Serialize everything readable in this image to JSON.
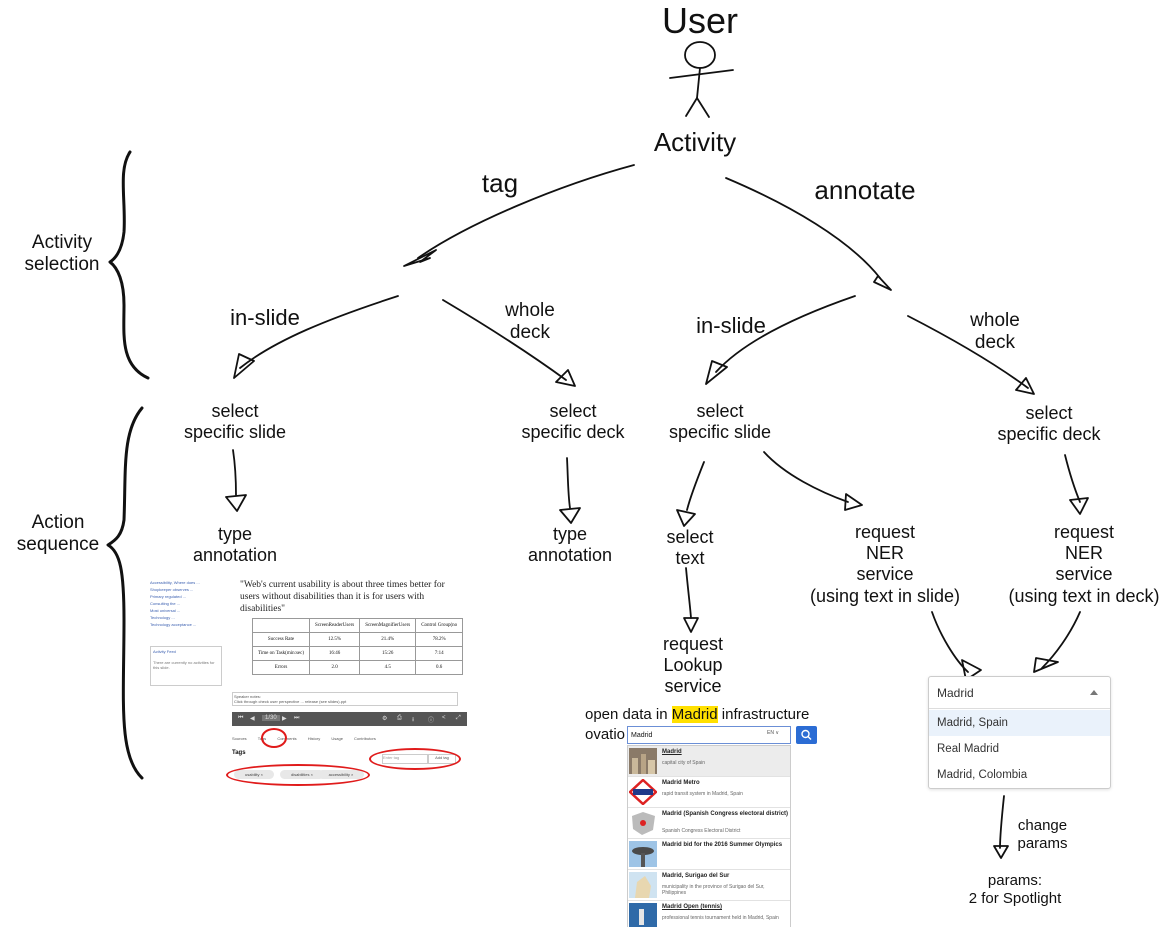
{
  "labels": {
    "user": "User",
    "activity": "Activity",
    "tag": "tag",
    "annotate": "annotate",
    "activity_selection": "Activity\nselection",
    "action_sequence": "Action\nsequence",
    "tag_in_slide": "in-slide",
    "tag_whole_deck": "whole\ndeck",
    "ann_in_slide": "in-slide",
    "ann_whole_deck": "whole\ndeck",
    "select_slide_1": "select\nspecific slide",
    "select_deck_1": "select\nspecific deck",
    "select_slide_2": "select\nspecific slide",
    "select_deck_2": "select\nspecific deck",
    "type_annotation_1": "type\nannotation",
    "type_annotation_2": "type\nannotation",
    "select_text": "select\ntext",
    "request_ner_slide": "request\nNER\nservice\n(using text in slide)",
    "request_ner_deck": "request\nNER\nservice\n(using text in deck)",
    "request_lookup": "request\nLookup\nservice",
    "change_params": "change\nparams",
    "params": "params:\n2 for Spotlight"
  },
  "screenshot_tag": {
    "sidebar_items": [
      "Accessibility, Where does ...",
      "Shopkeeper observes ...",
      "Primary regulated ...",
      "Consulting the ...",
      "Most universal ...",
      "Technology ...",
      "Technology acceptance ..."
    ],
    "activity_feed_title": "Activity Feed",
    "activity_feed_text": "There are currently no activities for this slide.",
    "quote": "\"Web's current usability is about three times better for users without disabilities than it is for users with disabilities\"",
    "table": {
      "headers": [
        "",
        "ScreenReaderUsers",
        "ScreenMagnifierUsers",
        "Control Group(no"
      ],
      "rows": [
        [
          "Success Rate",
          "12.5%",
          "21.4%",
          "78.2%"
        ],
        [
          "Time on Task(min:sec)",
          "16:46",
          "15:26",
          "7:14"
        ],
        [
          "Errors",
          "2.0",
          "4.5",
          "0.6"
        ]
      ]
    },
    "notes_text": "Speaker notes:\nClick through check user perspective ... release (see slides).ppt",
    "slide_counter": "1/30",
    "tabs": [
      "Sources",
      "Tags",
      "Comments",
      "History",
      "Usage",
      "Contributors"
    ],
    "tags_title": "Tags",
    "tag_input_placeholder": "Enter tag",
    "add_tag_label": "Add tag",
    "chips": [
      "usability ×",
      "disabilities ×",
      "accessibility ×"
    ]
  },
  "screenshot_lookup": {
    "text_line1_before": "open data in ",
    "text_highlight": "Madrid",
    "text_line1_after": " infrastructure",
    "text_line2": "ovatio",
    "search_value": "Madrid",
    "lang": "EN ∨",
    "results": [
      {
        "title": "Madrid",
        "desc": "capital city of Spain"
      },
      {
        "title": "Madrid Metro",
        "desc": "rapid transit system in Madrid, Spain"
      },
      {
        "title": "Madrid (Spanish Congress electoral district)",
        "desc": "Spanish Congress Electoral District"
      },
      {
        "title": "Madrid bid for the 2016 Summer Olympics",
        "desc": ""
      },
      {
        "title": "Madrid, Surigao del Sur",
        "desc": "municipality in the province of Surigao del Sur, Philippines"
      },
      {
        "title": "Madrid Open (tennis)",
        "desc": "professional tennis tournament held in Madrid, Spain"
      }
    ]
  },
  "dropdown_ner": {
    "value": "Madrid",
    "options": [
      "Madrid, Spain",
      "Real Madrid",
      "Madrid, Colombia"
    ]
  }
}
